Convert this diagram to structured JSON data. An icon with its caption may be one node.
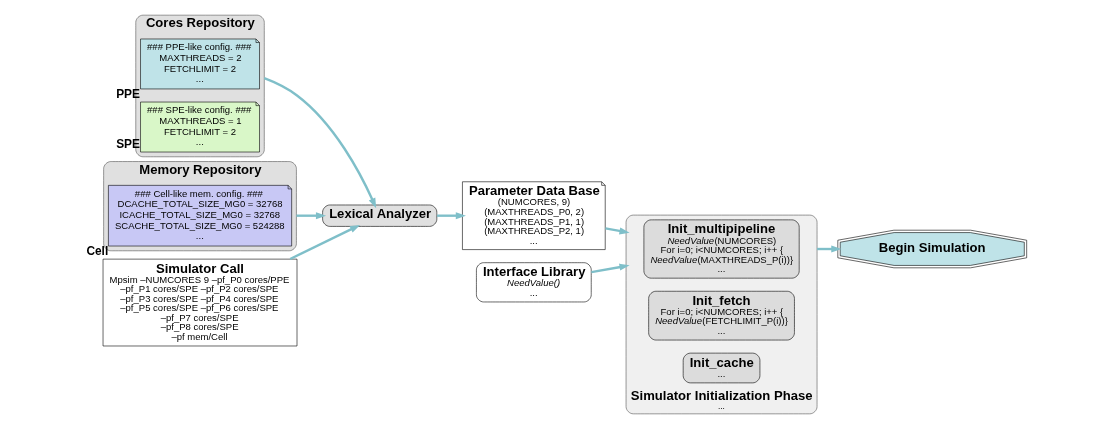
{
  "diagram": {
    "nodes": [
      {
        "text": [
          "Cores Repository"
        ]
      },
      {
        "text": [
          "### PPE-like config. ###",
          "MAXTHREADS = 2 FETCHLIMIT = 2",
          "..."
        ],
        "in": 0,
        "beside": [
          "PPE"
        ]
      },
      {
        "text": [
          "### SPE-like config. ###",
          "MAXTHREADS = 1 FETCHLIMIT = 2",
          "..."
        ],
        "in": 0,
        "beside": [
          "SPE"
        ]
      },
      {
        "text": [
          "Memory Repository"
        ]
      },
      {
        "text": [
          "### Cell-like mem. config. ###",
          "DCACHE_TOTAL_SIZE_MG0 = 32768 ICACHE_TOTAL_SIZE_MG0 = 32768 SCACHE_TOTAL_SIZE_MG0 = 524288",
          "..."
        ],
        "in": 3,
        "beside": [
          "Cell"
        ]
      },
      {
        "text": [
          "Simulator Call",
          "Mpsim –NUMCORES 9 –pf_P0 cores/PPE –pf_P1 cores/SPE –pf_P2 cores/SPE –pf_P3 cores/SPE –pf_P4 cores/SPE –pf_P5 cores/SPE –pf_P6 cores/SPE –pf_P7 cores/SPE –pf_P8 cores/SPE –pf mem/Cell"
        ]
      },
      {
        "text": [
          "Lexical Analyzer"
        ]
      },
      {
        "text": [
          "Parameter Data Base",
          "(NUMCORES, 9) (MAXTHREADS_P0, 2) (MAXTHREADS_P1, 1) (MAXTHREADS_P2, 1)",
          "..."
        ]
      },
      {
        "text": [
          "Interface Library",
          "NeedValue()",
          "..."
        ]
      },
      {
        "text": [
          "Simulator Initialization Phase",
          "..."
        ]
      },
      {
        "text": [
          "Init_multipipeline",
          "*NeedValue*(NUMCORES) For i=0; i<NUMCORES; i++ { *NeedValue*(MAXTHREADS_P(i))}",
          "..."
        ],
        "in": 9
      },
      {
        "text": [
          "Init_fetch",
          "For i=0; i<NUMCORES; i++ { *NeedValue*(FETCHLIMIT_P(i))}",
          "..."
        ],
        "in": 9
      },
      {
        "text": [
          "Init_cache",
          "..."
        ],
        "in": 9
      },
      {
        "text": [
          "Begin Simulation"
        ]
      }
    ],
    "edges": [
      {
        "from": 5,
        "to": 6,
        "arrow": "to"
      },
      {
        "from": 0,
        "to": 6,
        "arrow": "to"
      },
      {
        "from": 3,
        "to": 6,
        "arrow": "to"
      },
      {
        "from": 6,
        "to": 7,
        "arrow": "to"
      },
      {
        "from": 7,
        "to": 9,
        "arrow": "to"
      },
      {
        "from": 8,
        "to": 9,
        "arrow": "to"
      },
      {
        "from": 9,
        "to": 13,
        "arrow": "to"
      }
    ]
  }
}
